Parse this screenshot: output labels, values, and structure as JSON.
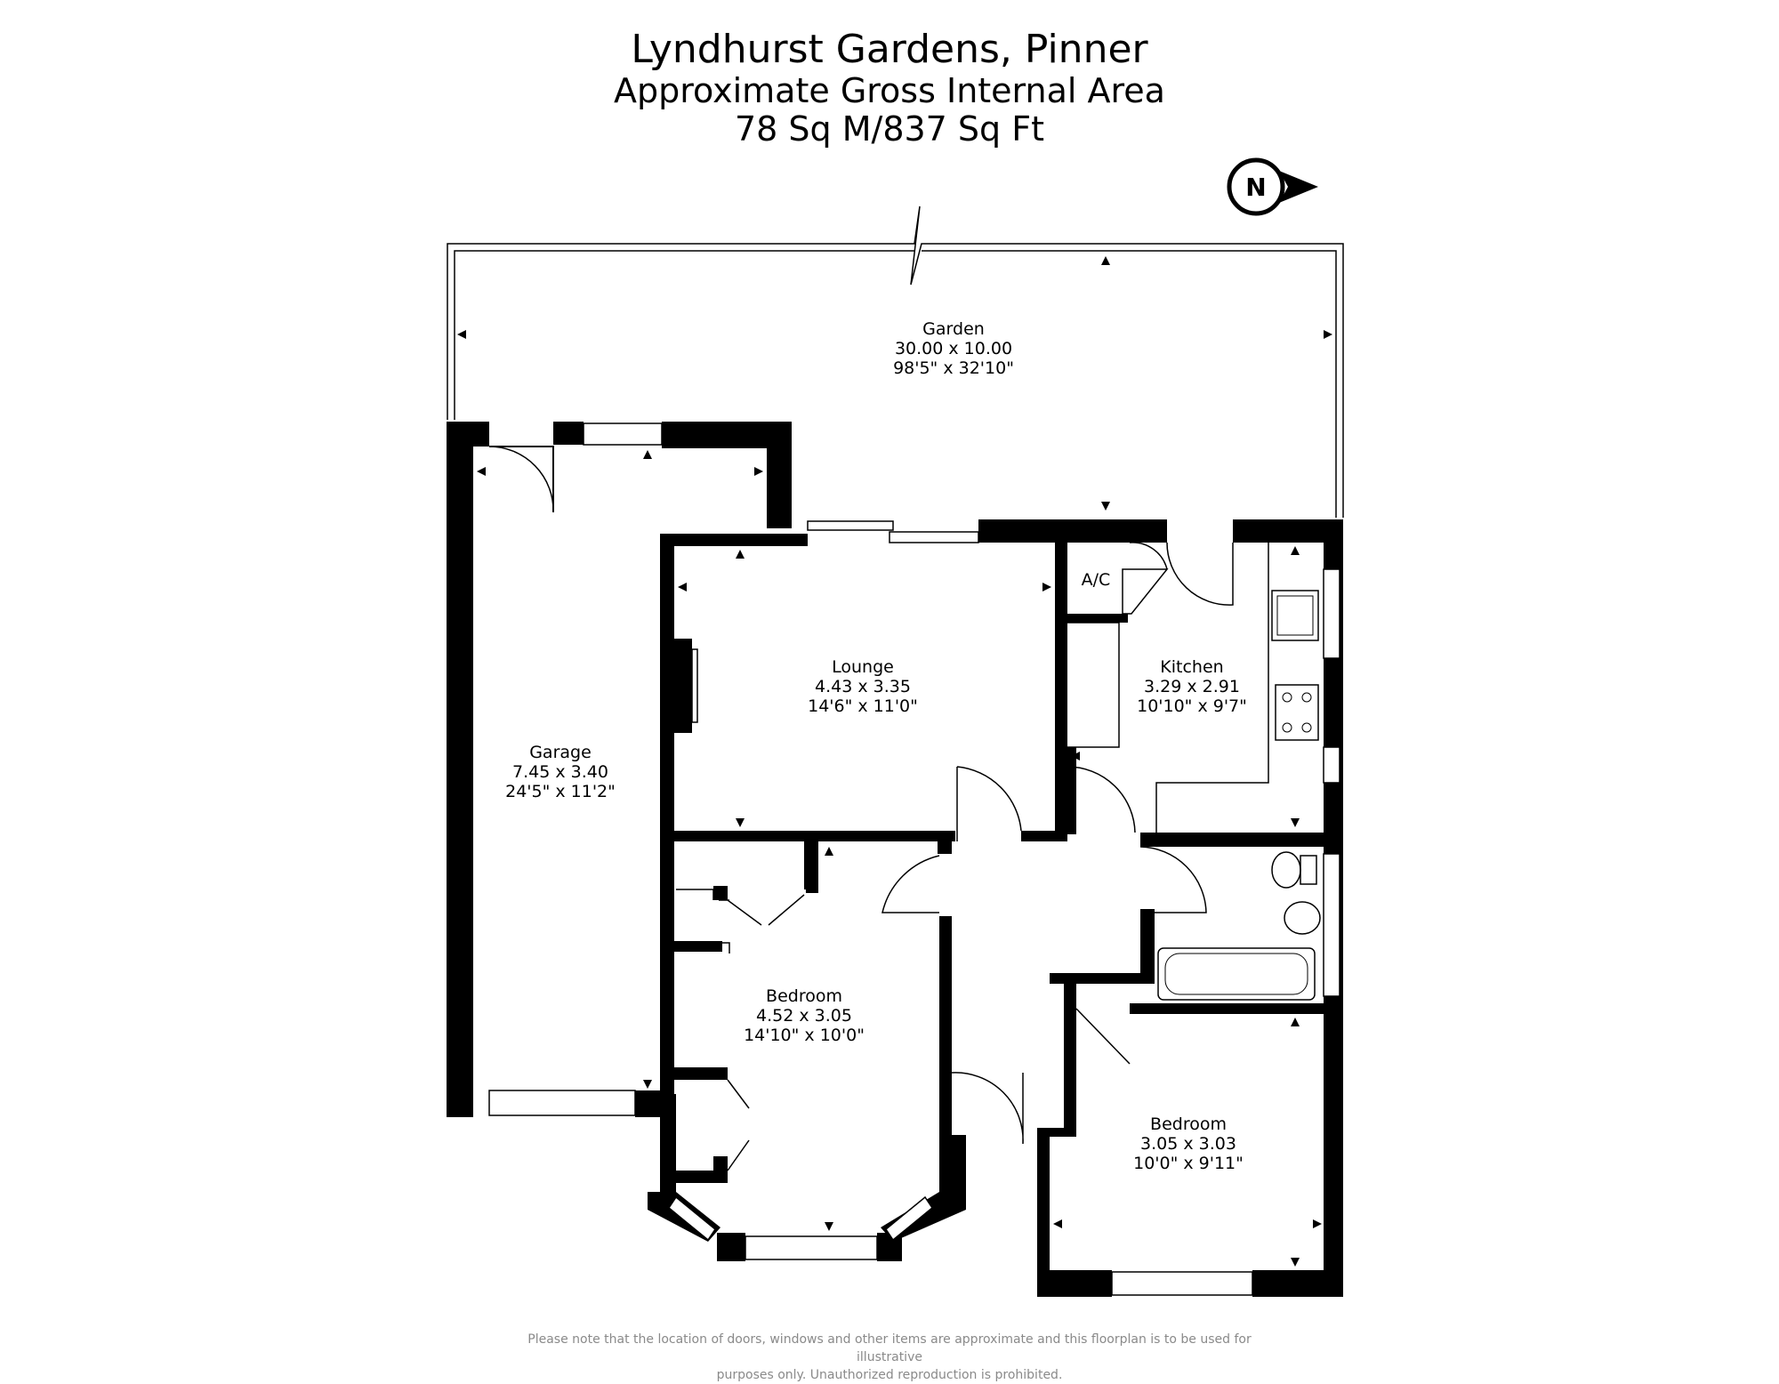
{
  "header": {
    "title": "Lyndhurst Gardens, Pinner",
    "subtitle": "Approximate Gross Internal Area",
    "area": "78 Sq M/837 Sq Ft"
  },
  "compass": {
    "letter": "N"
  },
  "rooms": {
    "garden": {
      "name": "Garden",
      "metric": "30.00 x 10.00",
      "imperial": "98'5\" x 32'10\""
    },
    "garage": {
      "name": "Garage",
      "metric": "7.45 x 3.40",
      "imperial": "24'5\" x 11'2\""
    },
    "lounge": {
      "name": "Lounge",
      "metric": "4.43 x 3.35",
      "imperial": "14'6\" x 11'0\""
    },
    "kitchen": {
      "name": "Kitchen",
      "metric": "3.29 x 2.91",
      "imperial": "10'10\" x 9'7\""
    },
    "ac": {
      "name": "A/C"
    },
    "bedroom1": {
      "name": "Bedroom",
      "metric": "4.52 x 3.05",
      "imperial": "14'10\" x 10'0\""
    },
    "bedroom2": {
      "name": "Bedroom",
      "metric": "3.05 x 3.03",
      "imperial": "10'0\" x 9'11\""
    }
  },
  "footer": {
    "disclaimer_line1": "Please note that the location of doors, windows and other items are approximate and this floorplan is to be used for illustrative",
    "disclaimer_line2": "purposes only. Unauthorized reproduction is prohibited."
  }
}
